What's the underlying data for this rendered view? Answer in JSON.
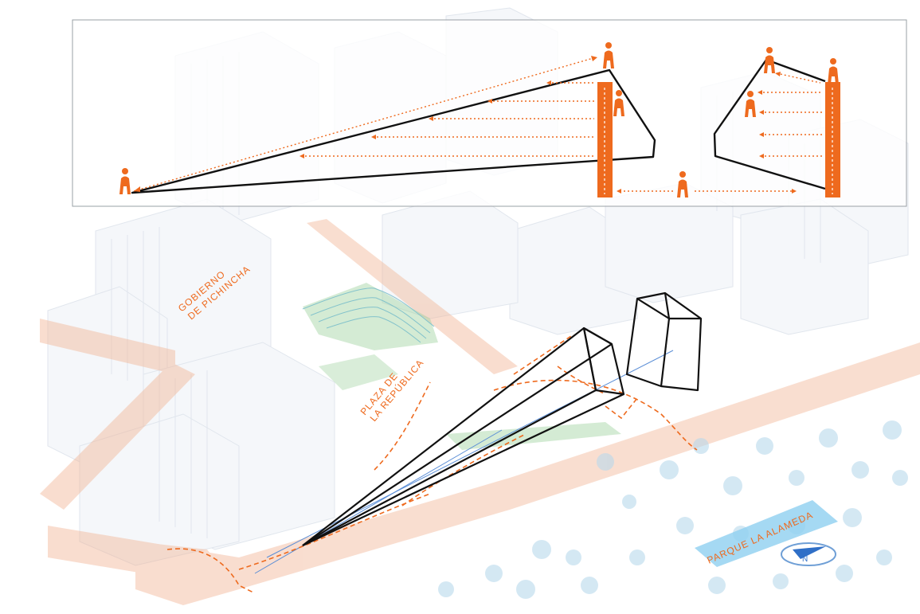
{
  "colors": {
    "accent": "#ee6a1e",
    "ink": "#111111",
    "building": "#c9d3e0",
    "building_face": "#eef2f7",
    "street": "#f2b596",
    "park": "#8fd0f0",
    "landscape": "#9fd3a0",
    "tree": "#b9d9ec"
  },
  "labels": {
    "gobierno_line1": "GOBIERNO",
    "gobierno_line2": "DE PICHINCHA",
    "plaza_line1": "PLAZA DE",
    "plaza_line2": "LA REPÚBLICA",
    "parque": "PARQUE  LA  ALAMEDA",
    "north": "N"
  },
  "icons": {
    "person": "person-icon",
    "north_arrow": "north-arrow-icon"
  }
}
